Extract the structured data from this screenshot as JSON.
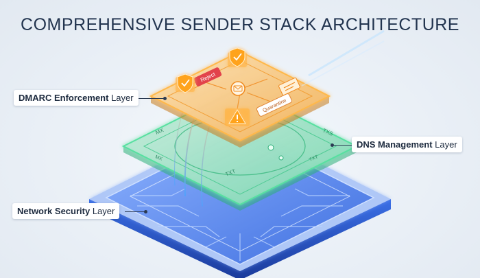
{
  "title": "COMPREHENSIVE SENDER STACK ARCHITECTURE",
  "layers": {
    "dmarc": {
      "bold": "DMARC Enforcement",
      "rest": " Layer"
    },
    "dns": {
      "bold": "DNS Management",
      "rest": " Layer"
    },
    "network": {
      "bold": "Network Security",
      "rest": " Layer"
    }
  },
  "tags": {
    "reject": "Reject",
    "quarantine": "Quarantine",
    "mx_left": "MX",
    "mx_right": "TXS",
    "mx_low": "MX",
    "txt_mid": "TXT",
    "txt_right": "TXT"
  },
  "icons": {
    "shield": "shield-check-icon",
    "warning": "warning-icon",
    "hub": "email-hub-icon",
    "list": "list-icon"
  },
  "colors": {
    "title": "#22344f",
    "dmarc_glow": "#f5a623",
    "dns_glow": "#3ed68a",
    "network_glow": "#2f6fe0"
  }
}
